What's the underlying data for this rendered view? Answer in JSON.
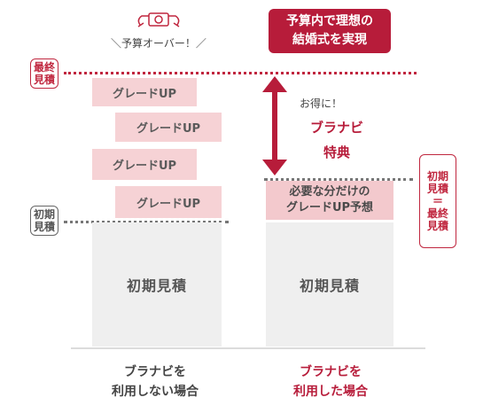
{
  "left": {
    "shout": "＼予算オーバー！／",
    "final_estimate_label": "最終\n見積",
    "initial_estimate_label": "初期\n見積",
    "upgrades": [
      "グレードUP",
      "グレードUP",
      "グレードUP",
      "グレードUP"
    ],
    "base_label": "初期見積",
    "caption": "ブラナビを\n利用しない場合"
  },
  "right": {
    "callout": "予算内で理想の\n結婚式を実現",
    "bonus_hand": "お得に！",
    "bonus": "ブラナビ\n特典",
    "upgrade": "必要な分だけの\nグレードUP予想",
    "side_label": "初期\n見積\n＝\n最終\n見積",
    "base_label": "初期見積",
    "caption": "ブラナビを\n利用した場合"
  },
  "colors": {
    "accent": "#b71c3a",
    "pink": "#f6d2d5",
    "gray": "#efefef"
  },
  "icons": [
    "wallet-icon",
    "double-arrow-icon"
  ]
}
